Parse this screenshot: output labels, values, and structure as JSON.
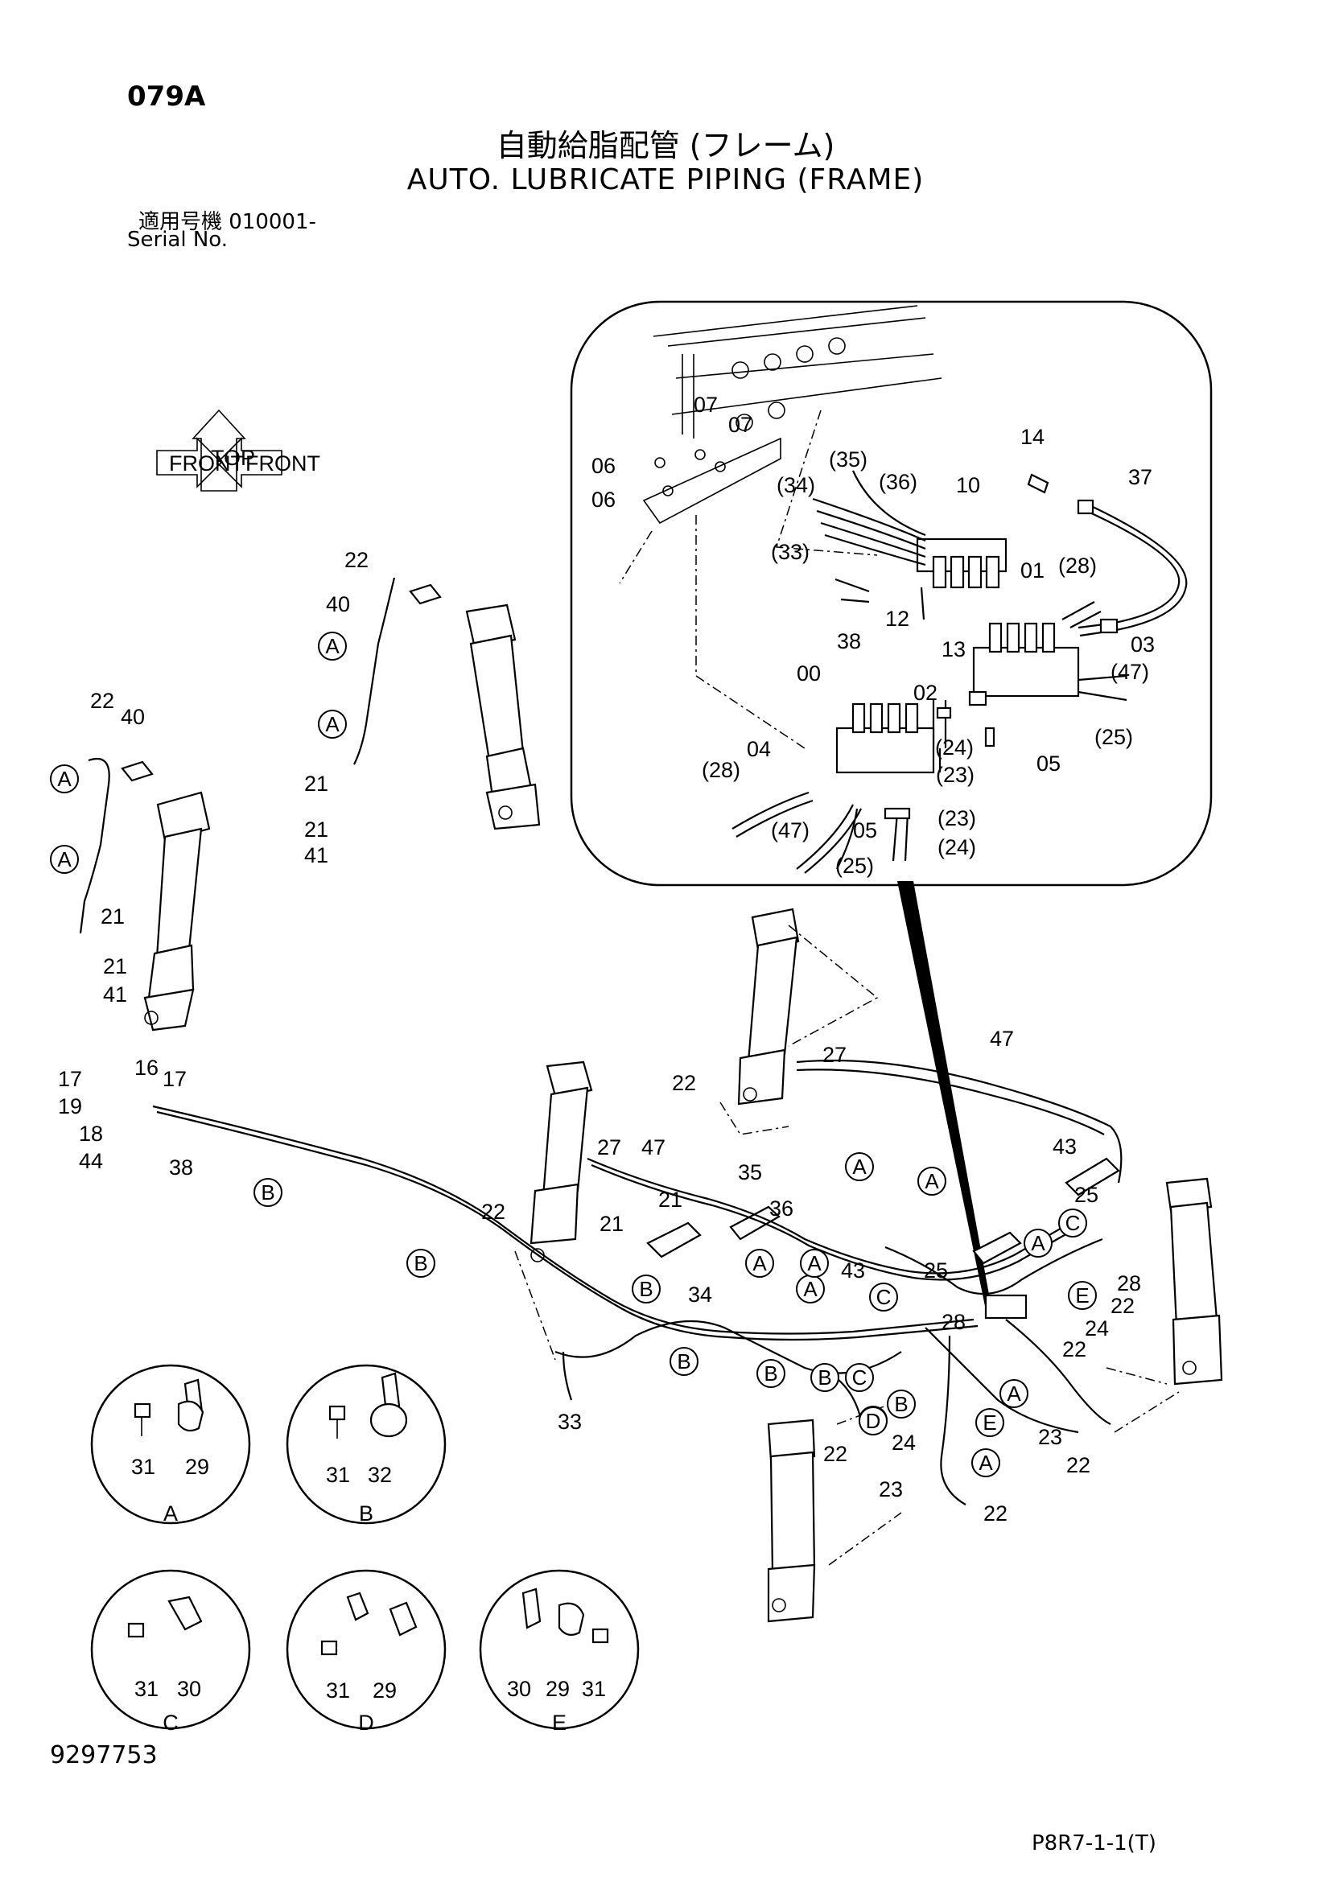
{
  "header": {
    "page_code": "079A",
    "title_ja": "自動給脂配管 (フレーム)",
    "title_en": "AUTO. LUBRICATE PIPING (FRAME)",
    "serial_ja": "適用号機 010001-",
    "serial_en": "Serial No."
  },
  "footer": {
    "doc_number": "9297753",
    "page_ref": "P8R7-1-1(T)"
  },
  "orientation_icon": {
    "labels": [
      "FRONT",
      "TOP",
      "FRONT"
    ]
  },
  "detail_views": [
    {
      "letter": "A",
      "parts": [
        "31",
        "29"
      ]
    },
    {
      "letter": "B",
      "parts": [
        "31",
        "32"
      ]
    },
    {
      "letter": "C",
      "parts": [
        "31",
        "30"
      ]
    },
    {
      "letter": "D",
      "parts": [
        "31",
        "29"
      ]
    },
    {
      "letter": "E",
      "parts": [
        "30",
        "29",
        "31"
      ]
    }
  ],
  "callouts": {
    "inset": [
      "07",
      "06",
      "07",
      "06",
      "(35)",
      "(34)",
      "(36)",
      "10",
      "14",
      "37",
      "(33)",
      "12",
      "38",
      "13",
      "01",
      "(28)",
      "03",
      "(47)",
      "00",
      "02",
      "(25)",
      "04",
      "(24)",
      "05",
      "(28)",
      "(23)",
      "(23)",
      "(47)",
      "05",
      "(24)",
      "(25)"
    ],
    "cyl_left": [
      "22",
      "40",
      "21",
      "21",
      "41"
    ],
    "cyl_mid": [
      "22",
      "40",
      "21",
      "21",
      "41"
    ],
    "left_fittings": [
      "17",
      "16",
      "17",
      "19",
      "18",
      "44",
      "38"
    ],
    "main": [
      "22",
      "27",
      "47",
      "22",
      "27",
      "47",
      "35",
      "36",
      "21",
      "21",
      "43",
      "25",
      "34",
      "43",
      "25",
      "28",
      "22",
      "28",
      "24",
      "22",
      "33",
      "22",
      "24",
      "23",
      "22",
      "23",
      "22"
    ]
  },
  "ref_markers": [
    "A",
    "A",
    "A",
    "A",
    "B",
    "B",
    "B",
    "A",
    "B",
    "A",
    "A",
    "A",
    "C",
    "A",
    "C",
    "D",
    "E",
    "A",
    "B",
    "B",
    "C",
    "D",
    "B",
    "E",
    "A",
    "A"
  ]
}
